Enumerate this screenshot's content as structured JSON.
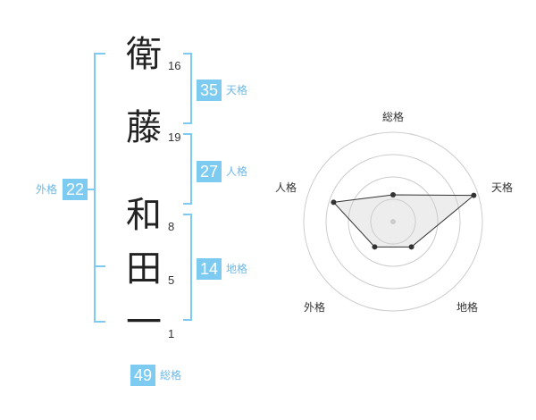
{
  "name": {
    "chars": [
      {
        "char": "衛",
        "strokes": "16"
      },
      {
        "char": "藤",
        "strokes": "19"
      },
      {
        "char": "和",
        "strokes": "8"
      },
      {
        "char": "田",
        "strokes": "5"
      },
      {
        "char": "一",
        "strokes": "1"
      }
    ]
  },
  "kaku": {
    "tenkaku": {
      "value": "35",
      "label": "天格"
    },
    "jinkaku": {
      "value": "27",
      "label": "人格"
    },
    "chikaku": {
      "value": "14",
      "label": "地格"
    },
    "gaikaku": {
      "value": "22",
      "label": "外格"
    },
    "soukaku": {
      "value": "49",
      "label": "総格"
    }
  },
  "colors": {
    "accent": "#7ecbf2",
    "label_text": "#6db8e6",
    "bracket": "#7ecbf2"
  },
  "chart_data": {
    "type": "radar",
    "axes": [
      "総格",
      "天格",
      "地格",
      "外格",
      "人格"
    ],
    "values": [
      0.3,
      0.95,
      0.35,
      0.35,
      0.7
    ],
    "range": [
      0,
      1
    ],
    "rings": 4
  }
}
